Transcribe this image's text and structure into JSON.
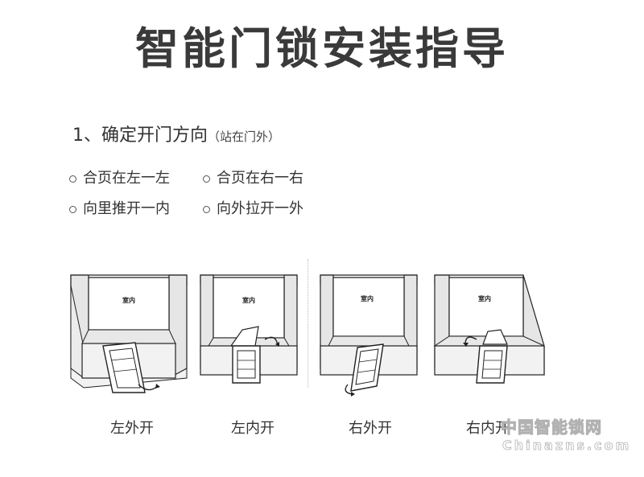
{
  "title": "智能门锁安装指导",
  "step": {
    "label": "1、确定开门方向",
    "note": "（站在门外）"
  },
  "options": [
    "合页在左一左",
    "合页在右一右",
    "向里推开一内",
    "向外拉开一外"
  ],
  "room_label": "室内",
  "captions": [
    "左外开",
    "左内开",
    "右外开",
    "右内开"
  ],
  "watermark": {
    "text": "中国智能锁网",
    "url": "Chinazns.com"
  },
  "colors": {
    "wall_top": "#ffffff",
    "wall_face": "#f2f2f2",
    "wall_side": "#e6e6e6",
    "floor": "#e8e8e8",
    "line": "#222222"
  }
}
